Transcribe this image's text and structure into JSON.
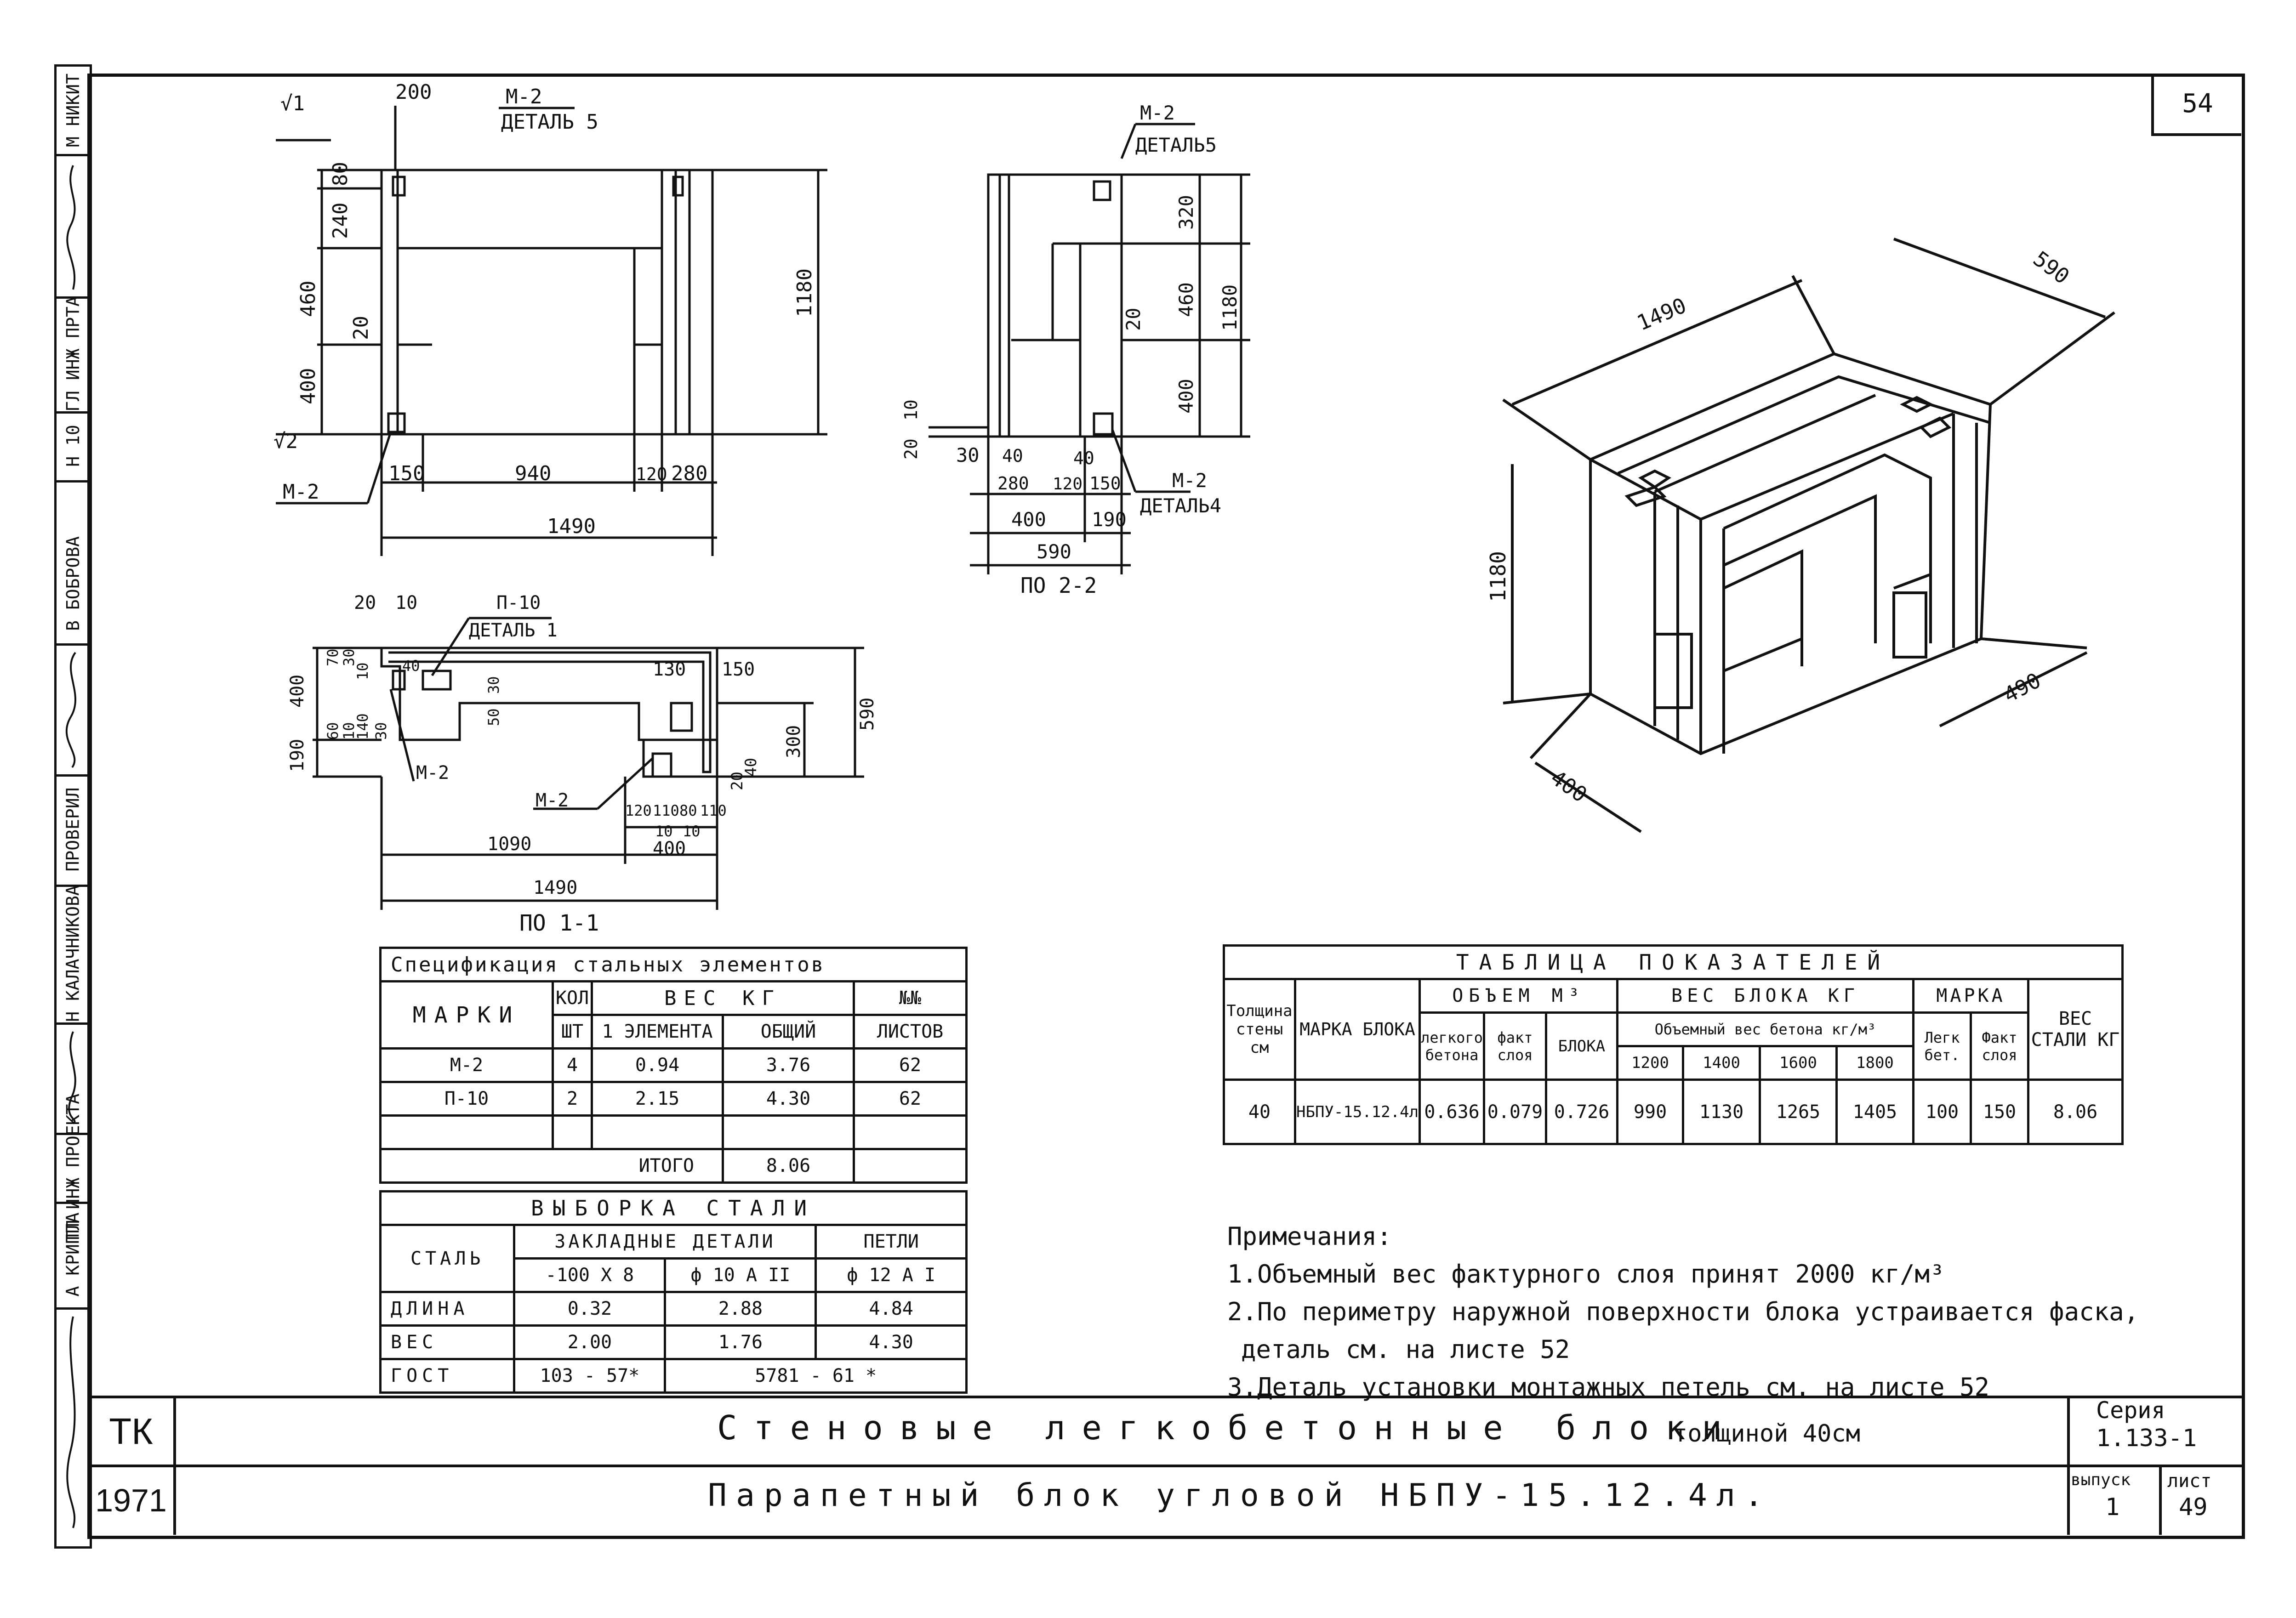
{
  "sheet": {
    "page_number": "54"
  },
  "side_stamp": [
    {
      "role": "М НИКИТ"
    },
    {
      "role": "ГЛ ИНЖ ПРТА"
    },
    {
      "role": "Н 10"
    },
    {
      "role": "В БОБРОВА"
    },
    {
      "role": "ПРОВЕРИЛ"
    },
    {
      "role": "Н КАЛАЧНИКОВА"
    },
    {
      "role": "ГЛ ИНЖ ПРОЕКТА"
    },
    {
      "role": "А КРИППА"
    }
  ],
  "front_view": {
    "marks": [
      "√1",
      "√2"
    ],
    "top_dim": "200",
    "callout_top": "М-2",
    "callout_top_sub": "ДЕТАЛЬ 5",
    "left_dims": [
      "80",
      "240",
      "460",
      "400"
    ],
    "inner_dim": "20",
    "right_dim": "1180",
    "bottom_dims": [
      "150",
      "940",
      "120",
      "280"
    ],
    "total": "1490",
    "callout_bottom": "М-2"
  },
  "section_2": {
    "callout_top": "М-2",
    "callout_top_sub": "ДЕТАЛЬ5",
    "right_dims": [
      "320",
      "460",
      "400"
    ],
    "overall": "1180",
    "inner_dim": "20",
    "left_dims": [
      "20",
      "10",
      "30"
    ],
    "bottom_row1": [
      "40",
      "40"
    ],
    "bottom_row2": [
      "280",
      "120",
      "150"
    ],
    "bottom_row3": [
      "400",
      "190"
    ],
    "total": "590",
    "callout_bottom": "М-2",
    "callout_bottom_sub": "ДЕТАЛЬ4",
    "label": "ПО 2-2"
  },
  "plan_view": {
    "top_dims": [
      "20",
      "10"
    ],
    "callout_top": "П-10",
    "callout_top_sub": "ДЕТАЛЬ 1",
    "left_dims": [
      "400",
      "190"
    ],
    "left_small": [
      "70",
      "30",
      "10",
      "40",
      "10",
      "60",
      "140",
      "30"
    ],
    "right_dims": [
      "150",
      "590",
      "300",
      "40",
      "20"
    ],
    "inner_dims": [
      "130",
      "30",
      "50"
    ],
    "callout_1": "М-2",
    "callout_2": "М-2",
    "bottom_small": [
      "120",
      "110",
      "80",
      "110",
      "10",
      "10"
    ],
    "dim_1090": "1090",
    "dim_400": "400",
    "total": "1490",
    "label": "ПО 1-1"
  },
  "isometric": {
    "dims": [
      "1490",
      "590",
      "1180",
      "490",
      "400"
    ]
  },
  "spec_table": {
    "title": "Спецификация стальных элементов",
    "headers": {
      "marks": "МАРКИ",
      "qty1": "КОЛ",
      "qty2": "ШТ",
      "weight": "ВЕС КГ",
      "per_item": "1 ЭЛЕМЕНТА",
      "total": "ОБЩИЙ",
      "sheets1": "№№",
      "sheets2": "ЛИСТОВ"
    },
    "rows": [
      {
        "mark": "М-2",
        "qty": "4",
        "per_item": "0.94",
        "total": "3.76",
        "sheet": "62"
      },
      {
        "mark": "П-10",
        "qty": "2",
        "per_item": "2.15",
        "total": "4.30",
        "sheet": "62"
      }
    ],
    "total_label": "ИТОГО",
    "total_value": "8.06"
  },
  "steel_table": {
    "title": "ВЫБОРКА СТАЛИ",
    "headers": {
      "steel": "СТАЛЬ",
      "embedded": "ЗАКЛАДНЫЕ ДЕТАЛИ",
      "loops": "ПЕТЛИ",
      "c1": "-100 X 8",
      "c2": "ф 10 А II",
      "c3": "ф 12 А I"
    },
    "rows": [
      {
        "label": "ДЛИНА",
        "c1": "0.32",
        "c2": "2.88",
        "c3": "4.84"
      },
      {
        "label": "ВЕС",
        "c1": "2.00",
        "c2": "1.76",
        "c3": "4.30"
      },
      {
        "label": "ГОСТ",
        "c1": "103 - 57*",
        "c23": "5781 - 61 *"
      }
    ]
  },
  "indicators_table": {
    "title": "ТАБЛИЦА ПОКАЗАТЕЛЕЙ",
    "headers": {
      "thickness": "Толщина стены см",
      "mark": "МАРКА БЛОКА",
      "volume": "ОБЪЕМ М³",
      "vol_light": "легкого бетона",
      "vol_fact": "факт слоя",
      "vol_block": "БЛОКА",
      "weight": "ВЕС БЛОКА КГ",
      "weight_sub": "Объемный вес бетона кг/м³",
      "densities": [
        "1200",
        "1400",
        "1600",
        "1800"
      ],
      "grade": "МАРКА",
      "grade_light": "Легк бет.",
      "grade_fact": "Факт слоя",
      "steel": "ВЕС СТАЛИ КГ"
    },
    "row": {
      "thickness": "40",
      "mark": "НБПУ-15.12.4л",
      "vol_light": "0.636",
      "vol_fact": "0.079",
      "vol_block": "0.726",
      "w1200": "990",
      "w1400": "1130",
      "w1600": "1265",
      "w1800": "1405",
      "grade_light": "100",
      "grade_fact": "150",
      "steel": "8.06"
    }
  },
  "notes": {
    "heading": "Примечания:",
    "items": [
      "1.Объемный вес фактурного слоя принят 2000 кг/м³",
      "2.По периметру наружной поверхности блока устраивается фаска,",
      "деталь см. на листе 52",
      "3.Деталь установки монтажных петель см. на листе 52"
    ]
  },
  "title_block": {
    "org": "ТК",
    "year": "1971",
    "title_1": "Стеновые легкобетонные блоки",
    "title_1_suffix": "толщиной 40см",
    "title_2": "Парапетный блок угловой НБПУ-15.12.4л.",
    "series_label": "Серия",
    "series": "1.133-1",
    "issue_label": "выпуск",
    "issue": "1",
    "sheet_label": "лист",
    "sheet": "49"
  }
}
